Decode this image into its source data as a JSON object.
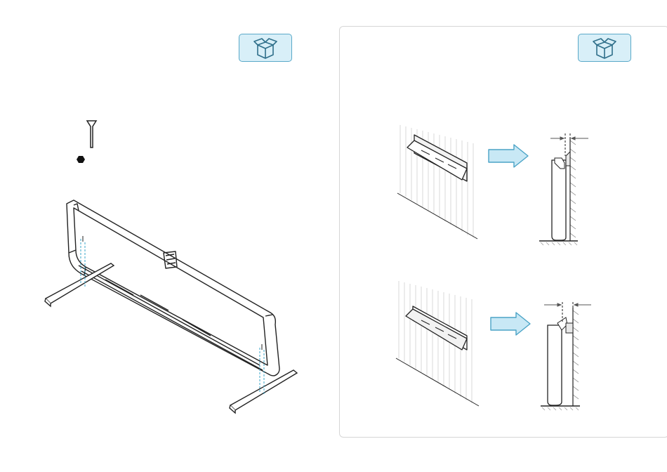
{
  "left_panel": {
    "package_icon": "box-icon",
    "hardware": [
      "screw-icon",
      "nut-icon"
    ],
    "illustration": "stand-frame-assembly"
  },
  "right_panel": {
    "package_icon": "box-icon",
    "steps": [
      {
        "bracket": "wall-bracket-flange-up",
        "arrow": "arrow-right-icon",
        "result": "side-view-mounted-flush"
      },
      {
        "bracket": "wall-bracket-flange-down",
        "arrow": "arrow-right-icon",
        "result": "side-view-mounted-offset"
      }
    ]
  },
  "colors": {
    "accent_fill": "#d8eff8",
    "accent_stroke": "#5aa9c8",
    "line": "#222222",
    "guide_dash": "#3aa6c9"
  }
}
